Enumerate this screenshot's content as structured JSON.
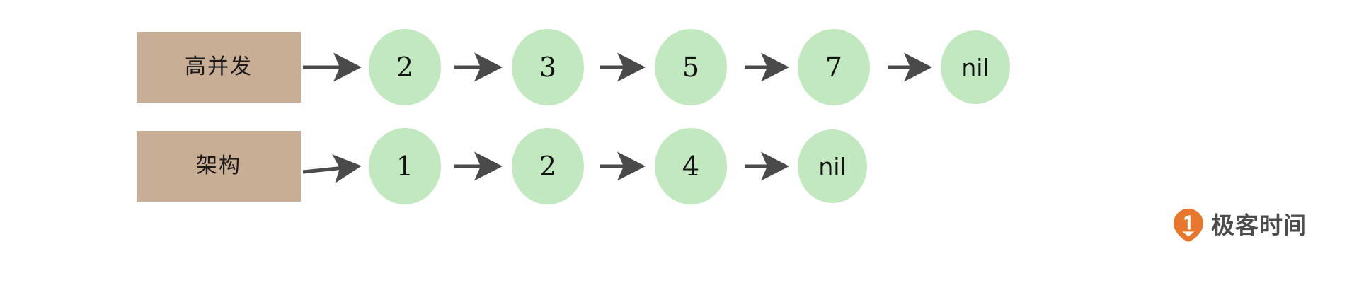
{
  "diagram": {
    "type": "linked-list-chains",
    "background_color": "#ffffff",
    "box_color": "#c9ae96",
    "node_color": "#c2e8c0",
    "arrow_color": "#4a4a4a",
    "text_color": "#111111",
    "rows": [
      {
        "id": "row-1",
        "label": "高并发",
        "nodes": [
          {
            "value": "2",
            "kind": "number"
          },
          {
            "value": "3",
            "kind": "number"
          },
          {
            "value": "5",
            "kind": "number"
          },
          {
            "value": "7",
            "kind": "number"
          },
          {
            "value": "nil",
            "kind": "terminator"
          }
        ]
      },
      {
        "id": "row-2",
        "label": "架构",
        "nodes": [
          {
            "value": "1",
            "kind": "number"
          },
          {
            "value": "2",
            "kind": "number"
          },
          {
            "value": "4",
            "kind": "number"
          },
          {
            "value": "nil",
            "kind": "terminator"
          }
        ]
      }
    ]
  },
  "watermark": {
    "text": "极客时间",
    "icon": "geektime-pin-icon",
    "icon_color": "#e8762c",
    "text_color": "#4d4d4d"
  }
}
